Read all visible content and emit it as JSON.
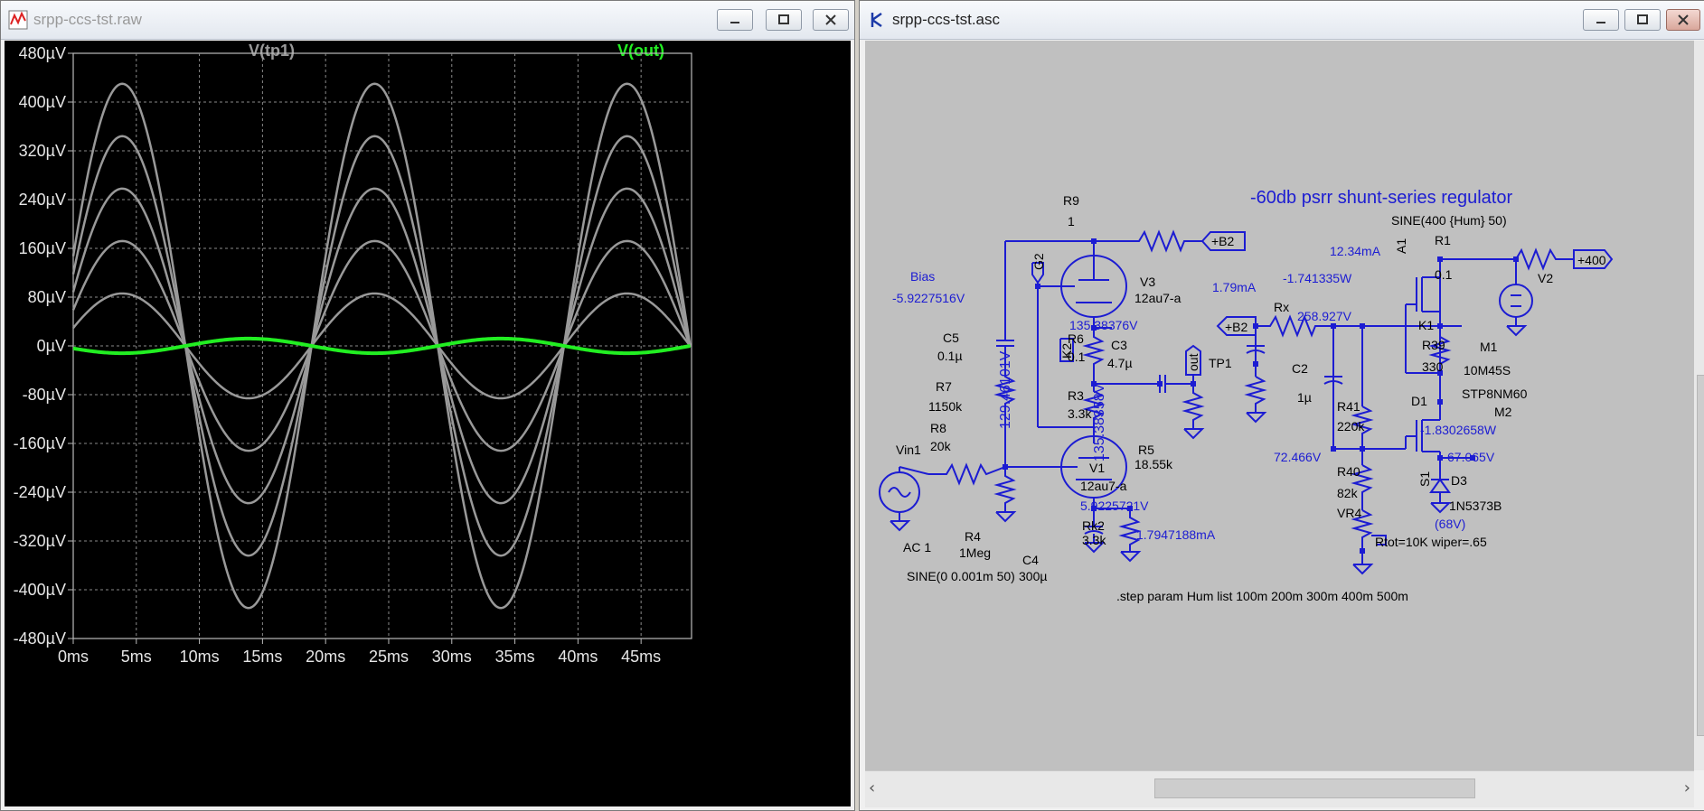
{
  "plot_window": {
    "title": "srpp-ccs-tst.raw",
    "legend": {
      "trace1": "V(tp1)",
      "trace2": "V(out)"
    },
    "colors": {
      "trace1": "#999999",
      "trace2": "#22ee22"
    }
  },
  "schematic_window": {
    "title": "srpp-ccs-tst.asc",
    "heading": "-60db psrr shunt-series regulator",
    "step_directive": ".step param Hum  list  100m 200m 300m 400m 500m",
    "labels": {
      "r9": "R9",
      "r9_val": "1",
      "b2_flag": "+B2",
      "g2": "G2",
      "bias": "Bias",
      "bias_val": "-5.9227516V",
      "v3": "V3",
      "v3_model": "12au7-a",
      "k2": "K2",
      "node_135a": "135.38376V",
      "r6": "R6",
      "r6_val": "0.1",
      "c3": "C3",
      "c3_val": "4.7µ",
      "out": "out",
      "c5": "C5",
      "c5_val": "0.1µ",
      "r7": "R7",
      "r7_val": "1150k",
      "vert_129": "129.46101V",
      "r3": "R3",
      "r3_val": "3.3k",
      "vert_135": "135.38358V",
      "r5": "R5",
      "r5_val": "18.55k",
      "r8": "R8",
      "r8_val": "20k",
      "vin1": "Vin1",
      "v1": "V1",
      "v1_model": "12au7-a",
      "k_node": "5.9225721V",
      "rk2": "Rk2",
      "rk2_val": "3.3k",
      "r4": "R4",
      "r4_val": "1Meg",
      "ac1": "AC 1",
      "sine_vin": "SINE(0 0.001m 50)",
      "c4": "C4",
      "c4_val": "300µ",
      "i_179747": "1.7947188mA",
      "sine_v2": "SINE(400 {Hum} 50)",
      "i_1234": "12.34mA",
      "a1": "A1",
      "r1": "R1",
      "r1_val": "0.1",
      "p400": "+400",
      "v2": "V2",
      "i_179": "1.79mA",
      "w_1741": "-1.741335W",
      "m1": "M1",
      "b2_flag2": "+B2",
      "rx": "Rx",
      "node_258": "258.927V",
      "k1": "K1",
      "tp1": "TP1",
      "c2": "C2",
      "c2_val": "1µ",
      "r39": "R39",
      "r39_val": "330",
      "m1_model": "10M45S",
      "m2_model": "STP8NM60",
      "m2": "M2",
      "d1": "D1",
      "r41": "R41",
      "r41_val": "220k",
      "w_1830": "-1.8302658W",
      "node_72": "72.466V",
      "r40": "R40",
      "r40_val": "82k",
      "s1": "S1",
      "node_67": "67.065V",
      "d3": "D3",
      "d3_model": "1N5373B",
      "d3_v": "(68V)",
      "vr4": "VR4",
      "rtot": "Rtot=10K wiper=.65"
    }
  },
  "chart_data": {
    "type": "line",
    "title": "",
    "xlabel": "",
    "ylabel": "",
    "xlim": [
      0,
      49
    ],
    "ylim": [
      -480,
      480
    ],
    "x_ticks": [
      "0ms",
      "5ms",
      "10ms",
      "15ms",
      "20ms",
      "25ms",
      "30ms",
      "35ms",
      "40ms",
      "45ms"
    ],
    "x_tick_values": [
      0,
      5,
      10,
      15,
      20,
      25,
      30,
      35,
      40,
      45
    ],
    "y_ticks": [
      "480µV",
      "400µV",
      "320µV",
      "240µV",
      "160µV",
      "80µV",
      "0µV",
      "-80µV",
      "-160µV",
      "-240µV",
      "-320µV",
      "-400µV",
      "-480µV"
    ],
    "y_tick_values": [
      480,
      400,
      320,
      240,
      160,
      80,
      0,
      -80,
      -160,
      -240,
      -320,
      -400,
      -480
    ],
    "grid": true,
    "legend": "top",
    "series": [
      {
        "name": "V(tp1)",
        "amplitude_uV": 86,
        "frequency_hz": 50,
        "phase_deg": 20,
        "color": "#999999"
      },
      {
        "name": "V(tp1)",
        "amplitude_uV": 172,
        "frequency_hz": 50,
        "phase_deg": 20,
        "color": "#999999"
      },
      {
        "name": "V(tp1)",
        "amplitude_uV": 258,
        "frequency_hz": 50,
        "phase_deg": 20,
        "color": "#999999"
      },
      {
        "name": "V(tp1)",
        "amplitude_uV": 344,
        "frequency_hz": 50,
        "phase_deg": 20,
        "color": "#999999"
      },
      {
        "name": "V(tp1)",
        "amplitude_uV": 430,
        "frequency_hz": 50,
        "phase_deg": 20,
        "color": "#999999"
      },
      {
        "name": "V(out)",
        "amplitude_uV": 12,
        "frequency_hz": 50,
        "phase_deg": 200,
        "color": "#22ee22"
      }
    ]
  }
}
